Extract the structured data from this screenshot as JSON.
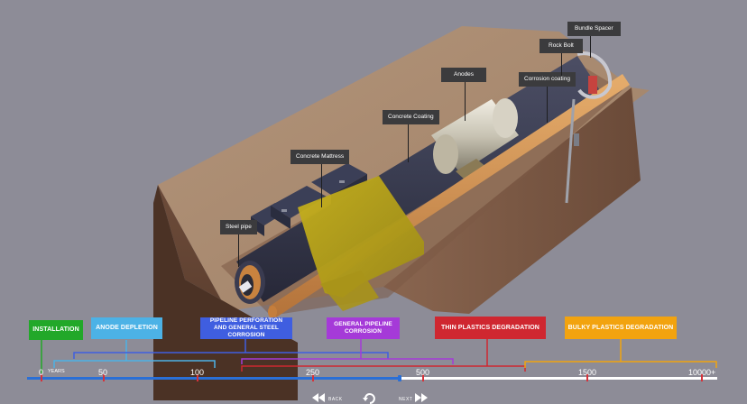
{
  "callouts": {
    "steel_pipe": "Steel pipe",
    "concrete_mattress": "Concrete Mattress",
    "concrete_coating": "Concrete Coating",
    "anodes": "Anodes",
    "corrosion_coating": "Corrosion coating",
    "rock_bolt": "Rock Bolt",
    "bundle_spacer": "Bundle Spacer"
  },
  "phases": {
    "installation": "INSTALLATION",
    "anode_depletion": "ANODE DEPLETION",
    "pipeline_perforation": "PIPELINE PERFORATION AND GENERAL STEEL CORROSION",
    "general_pipeline_corrosion": "GENERAL PIPELINE CORROSION",
    "thin_plastics": "THIN PLASTICS DEGRADATION",
    "bulky_plastics": "BULKY PLASTICS DEGRADATION"
  },
  "phase_colors": {
    "installation": "#22a829",
    "anode_depletion": "#4cb2e6",
    "pipeline_perforation": "#3f5ee0",
    "general_pipeline_corrosion": "#a53ad8",
    "thin_plastics": "#cf2730",
    "bulky_plastics": "#f2a30f"
  },
  "timeline": {
    "ticks": [
      "0",
      "50",
      "100",
      "250",
      "500",
      "1500",
      "10000+"
    ],
    "unit_label": "YEARS",
    "progress_fraction": 0.54
  },
  "nav": {
    "back_label": "BACK",
    "next_label": "NEXT"
  },
  "icons": {
    "back": "double-chevron-left-icon",
    "replay": "replay-icon",
    "next": "double-chevron-right-icon"
  }
}
